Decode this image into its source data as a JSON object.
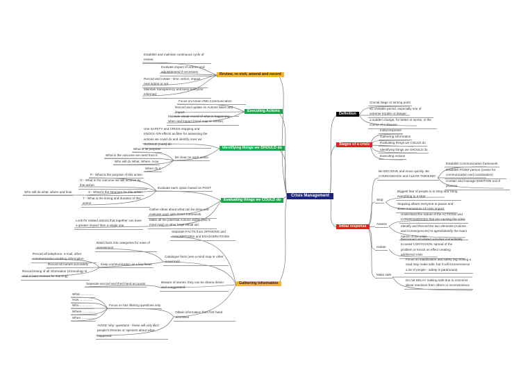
{
  "center": "Crisis Management",
  "colors": {
    "center": "#1a237e",
    "review": "#f7b52c",
    "executing": "#19a84a",
    "identifying": "#19a84a",
    "evaluating": "#19a84a",
    "gathering": "#f7b52c",
    "definition": "#000000",
    "stages": "#ee1c1c",
    "initial": "#ee1c1c"
  },
  "review": {
    "label": "Review, re-visit, amend and record",
    "items": [
      "Establish and maintain continuous cycle of review.",
      "Evaluate impact of actions and adjust/amend if necessary",
      "Record and notate - time, action, impact, next action or not",
      "Maintain transparency and keep everyone informed"
    ]
  },
  "executing": {
    "label": "Executing Actions",
    "items": [
      "Focus on Action AND Communication",
      "Record and update on Actions taken and impact",
      "Maintain visual record of what is happening, when and impact (mind map or similar)"
    ]
  },
  "identifying": {
    "label": "Identifying things we SHOULD do",
    "safety": "Use SAFETY and CRISIS stopping and KNOCK-ON effects as filter for assessing the actions we could do and identify ones we SHOULD (must) do",
    "clear": {
      "label": "Be clear on each action",
      "items": [
        "What is its purpose",
        "What is the outcome we need from it",
        "Who will do What, Where, How",
        "When do it"
      ]
    }
  },
  "evaluating": {
    "label": "Evaluating things we COULD do",
    "post": {
      "label": "Evaluate each option based on POST",
      "p": "P - What is the purpose of this action",
      "o": "O - What is the outcome we will achieve by this action",
      "s": "S - What is the structure for this action",
      "s_child": "Who will do what, where and how",
      "t": "T - What is the timing and duration of this action"
    },
    "gather": "Gather ideas about what can be done and evaluate each with POST framework",
    "visible": "Make all the potential Actions visible (use a mind map) or other large visual aid",
    "related": "Look for related actions that together can have a greater impact than a single one"
  },
  "gathering": {
    "label": "Gathering information",
    "separate_facts": "Separate FACTS from OPINIONS and ASSUMPTIONS and EXAGGERATIONS",
    "catalogue": {
      "label": "Catalogue facts (use a mind map or other visual tool)",
      "batch": "Batch facts into categories for ease of assessment",
      "keep": {
        "label": "Keep communication as a key focus",
        "items": [
          "Record all telephone, e-mail, other communication enabling information",
          "Record all names accurately",
          "Record timing of all information (chronology is vital in later reviews for learning)"
        ]
      }
    },
    "beware": {
      "label": "Beware of stories: they can be drama driven and exaggerated",
      "child": "Separate second and third hand accounts"
    },
    "obtain": {
      "label": "Obtain information from first hand witnesses",
      "focus": {
        "label": "Focus on fact illiciting questions only",
        "items": [
          "What ...............",
          "How ...............",
          "Who...............",
          "Where ...............",
          "When ..............."
        ]
      },
      "avoid": "AVOID 'why' questions - these will only illicit people's theories or opinions about what happened"
    }
  },
  "definition": {
    "label": "Definition",
    "items": [
      "Crucial stage or turning point",
      "an unstable period, especially one of extreme trouble or danger",
      "a sudden change, for better or worse, in the course of a disease"
    ]
  },
  "stages": {
    "label": "Stages of a crisis",
    "items": [
      "Initial response",
      "Gathering information",
      "Evaluating things we COULD do",
      "Identifying things we SHOULD do",
      "Executing Actions"
    ]
  },
  "initial": {
    "label": "Initial response",
    "decisive": {
      "label": "Be DECISIVE and move quickly. Be COURAGEOUS and CLEAR THINKING",
      "items": [
        "Establish Communication framework",
        "Establish POINT person (centre for communication and coordination)",
        "Contain and manage EMOTION out of process"
      ]
    },
    "stop": {
      "label": "Stop",
      "items": [
        "Biggest fear of people is to Stop and 'bring everything to a stop'",
        "Stopping allows everyone to pause and slows momentum of crisis impact"
      ]
    },
    "assess": {
      "label": "Assess",
      "items": [
        "Understand the nature of the ACTIONS and CONSEQUENCES that are causing the crisis",
        "Identify and Record the two elements (Actions and Consequences) to agree/identify the exact nature of the crisis"
      ]
    },
    "isolate": {
      "label": "Isolate",
      "items": [
        "Disconnect all related activities immediately to avoid CONTAGION, spread of the problem or knock on effect creating additional crisis"
      ]
    },
    "makesafe": {
      "label": "Make safe",
      "items": [
        "Focus on stabilization and safety (eg closing a road may make safe, but it will inconvenience a lot of people - safety is paramount)",
        "Do not DELAY making safe due to concerns about reactions from others or inconvenience"
      ]
    }
  }
}
